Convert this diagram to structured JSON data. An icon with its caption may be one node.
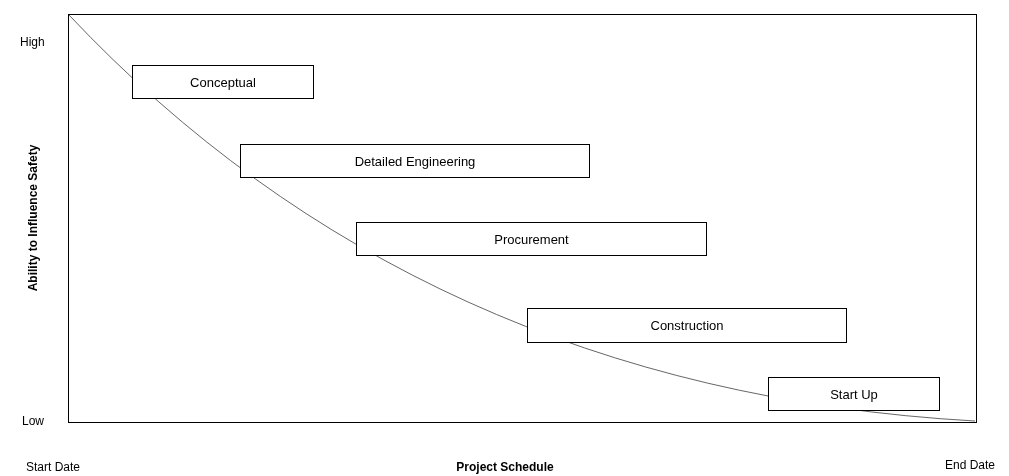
{
  "diagram": {
    "nodes": [
      {
        "text": [
          "Conceptual"
        ]
      },
      {
        "text": [
          "Detailed Engineering"
        ]
      },
      {
        "text": [
          "Procurement"
        ]
      },
      {
        "text": [
          "Construction"
        ]
      },
      {
        "text": [
          "Start Up"
        ]
      }
    ],
    "edges": [],
    "labels": [
      "High",
      "Ability to Influence Safety",
      "Low",
      "Start Date",
      "Project Schedule",
      "End Date"
    ]
  }
}
